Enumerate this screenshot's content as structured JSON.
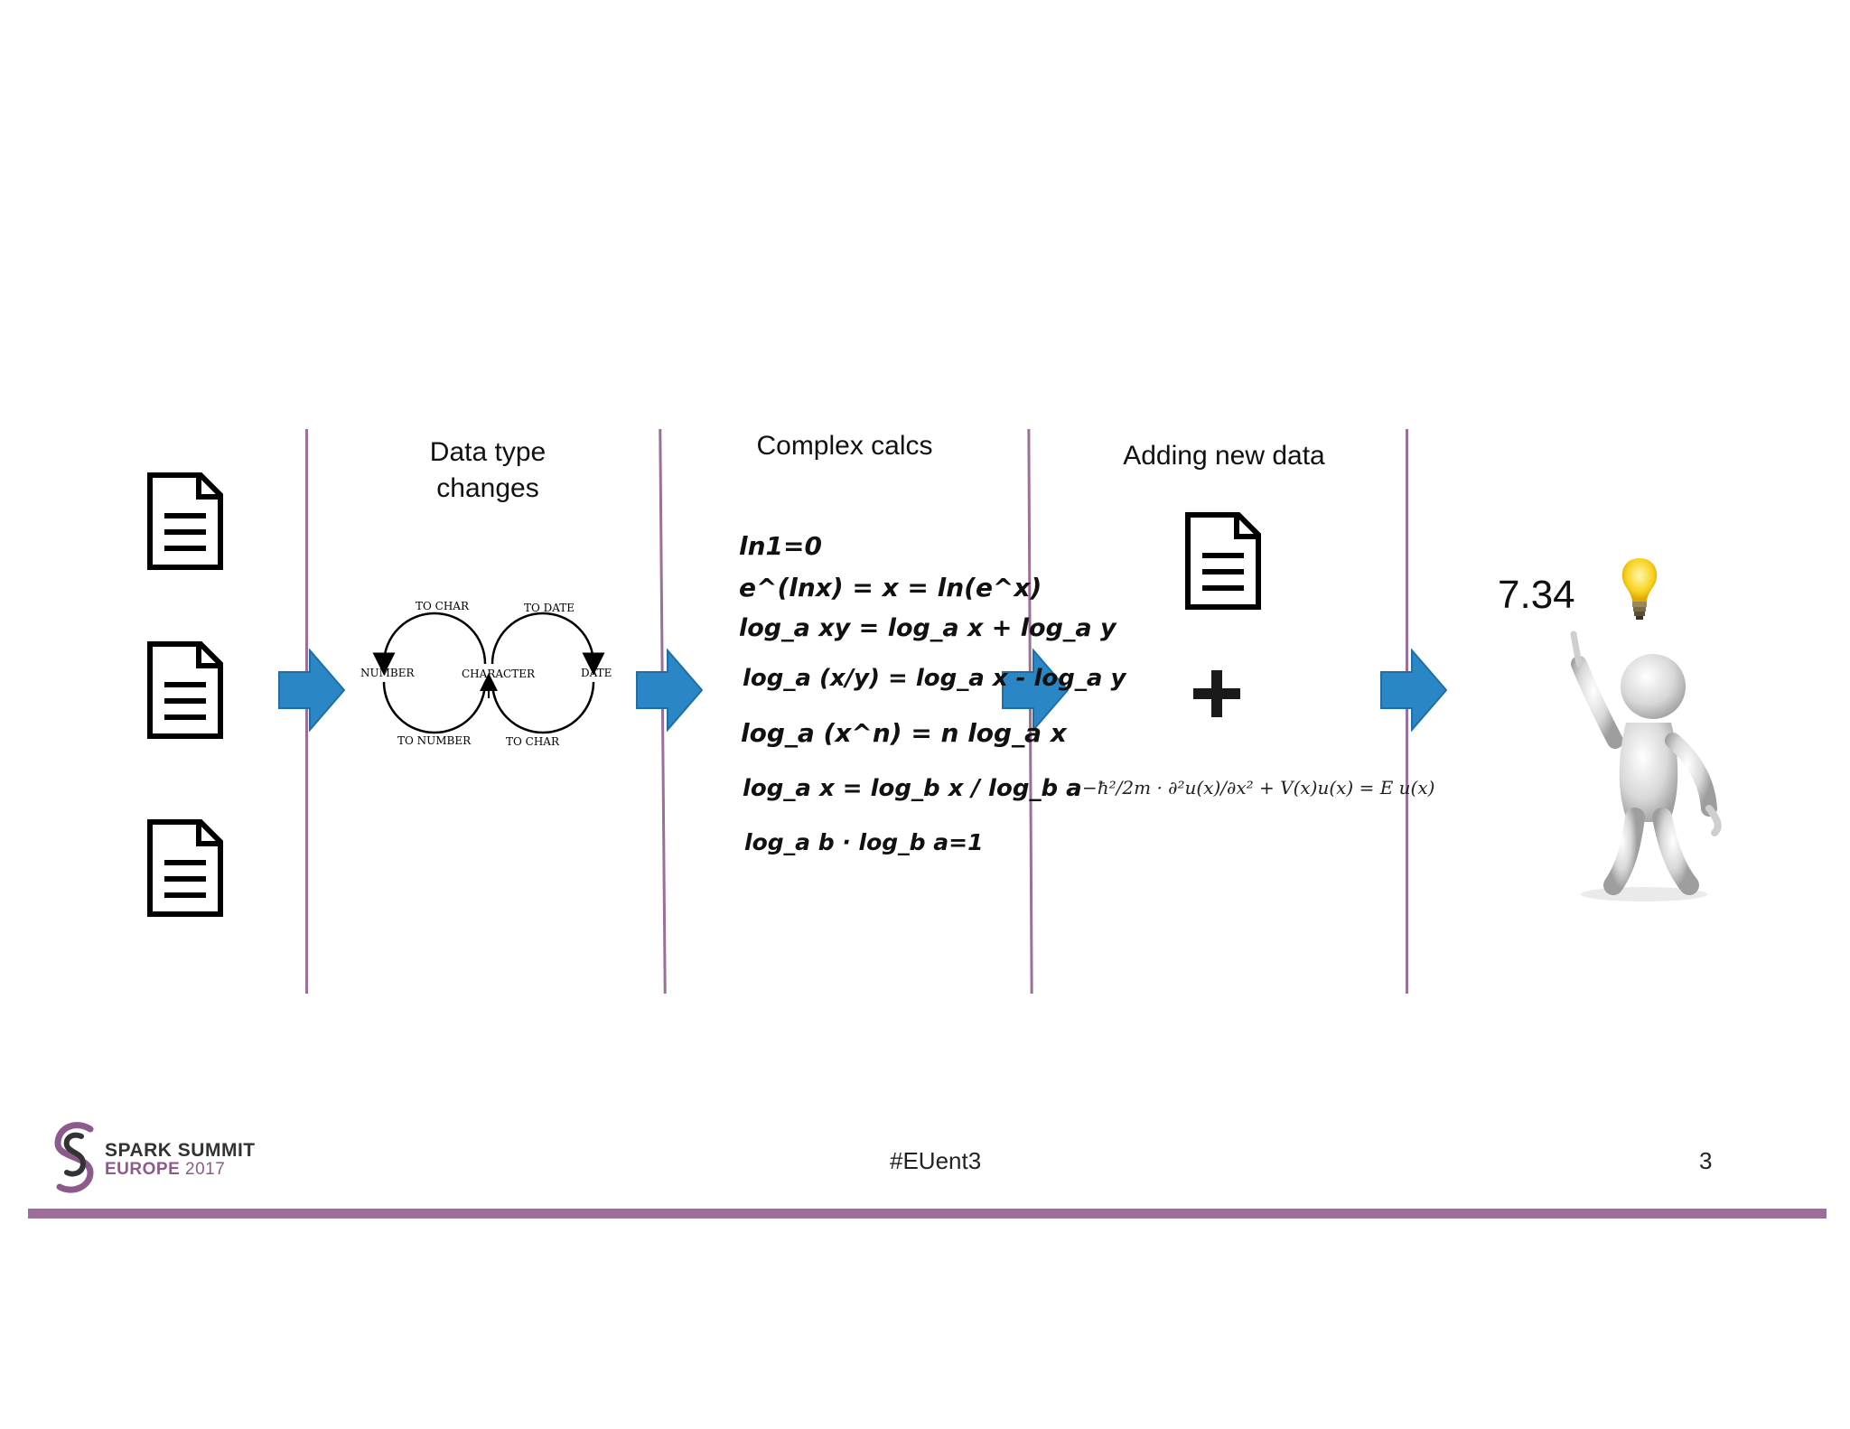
{
  "columns": {
    "col2_title_line1": "Data type",
    "col2_title_line2": "changes",
    "col3_title": "Complex calcs",
    "col4_title": "Adding new data"
  },
  "cycle_diagram": {
    "to_char_top": "TO CHAR",
    "to_date": "TO DATE",
    "number": "NUMBER",
    "character": "CHARACTER",
    "date": "DATE",
    "to_number": "TO NUMBER",
    "to_char_bottom": "TO CHAR"
  },
  "formulas": {
    "f1": "ln1=0",
    "f2": "e^(lnx) = x = ln(e^x)",
    "f3": "log_a xy = log_a x + log_a y",
    "f4": "log_a (x/y) = log_a x - log_a y",
    "f5": "log_a (x^n) = n log_a x",
    "f6": "log_a x = log_b x / log_b a",
    "f7": "log_a b · log_b a=1"
  },
  "equation": "−ħ²/2m · ∂²u(x)/∂x² + V(x)u(x) = E u(x)",
  "result_value": "7.34",
  "footer": {
    "logo_line1": "SPARK SUMMIT",
    "logo_line2_a": "EUROPE",
    "logo_line2_b": "2017",
    "hashtag": "#EUent3",
    "page_number": "3"
  },
  "colors": {
    "accent_purple": "#9b6f9a",
    "arrow_blue": "#2b86c5"
  }
}
